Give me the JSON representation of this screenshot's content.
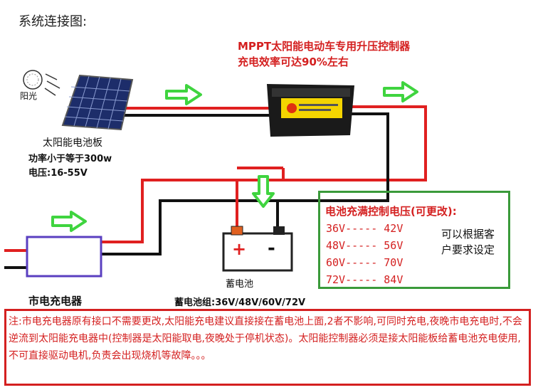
{
  "title": "系统连接图:",
  "controller": {
    "name": "MPPT太阳能电动车专用升压控制器",
    "efficiency": "充电效率可达90%左右"
  },
  "sun": {
    "label": "阳光"
  },
  "panel": {
    "label": "太阳能电池板",
    "power": "功率小于等于300w",
    "voltage": "电压:16-55V"
  },
  "charger": {
    "label": "市电充电器"
  },
  "battery": {
    "label": "蓄电池",
    "group": "蓄电池组:36V/48V/60V/72V",
    "plus": "+",
    "minus": "-"
  },
  "info": {
    "title": "电池充满控制电压(可更改):",
    "rows": [
      "36V----- 42V",
      "48V----- 56V",
      "60V----- 70V",
      "72V----- 84V"
    ],
    "custom": "可以根据客户要求设定"
  },
  "note": "注:市电充电器原有接口不需要更改,太阳能充电建议直接接在蓄电池上面,2者不影响,可同时充电,夜晚市电充电时,不会逆流到太阳能充电器中(控制器是太阳能取电,夜晚处于停机状态)。太阳能控制器必须是接太阳能板给蓄电池充电使用,不可直接驱动电机,负责会出现烧机等故障。。。",
  "colors": {
    "positive_wire": "#e02020",
    "negative_wire": "#111111",
    "arrow": "#3fd43f",
    "charger_box": "#5a3fc0"
  }
}
